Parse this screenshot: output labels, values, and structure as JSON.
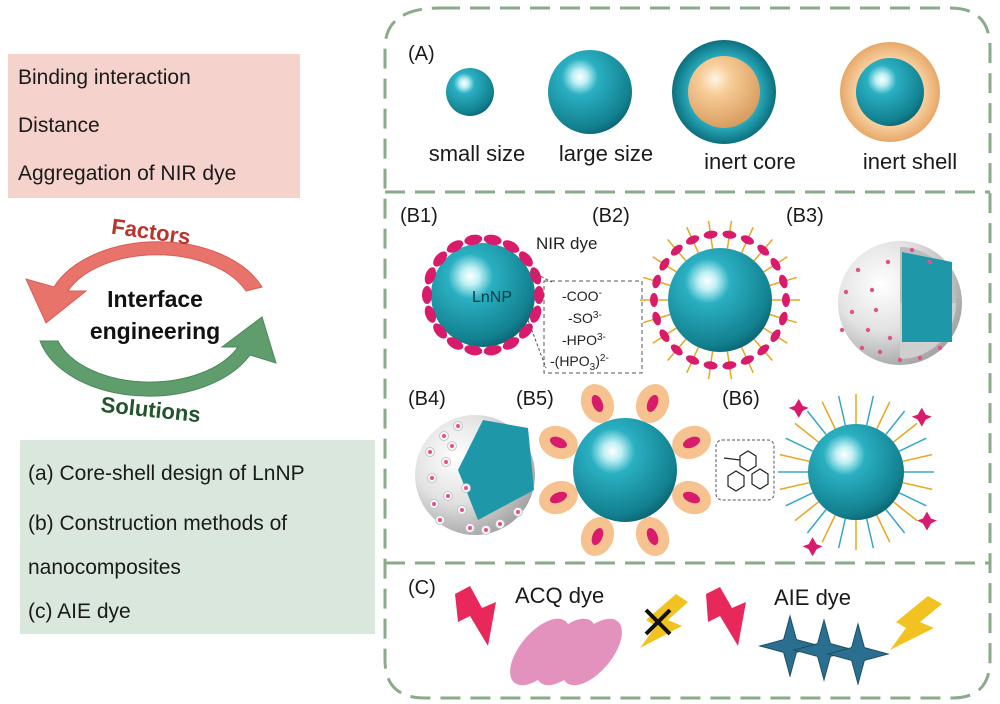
{
  "left_panel": {
    "factors_box": {
      "items": [
        "Binding interaction",
        "Distance",
        "Aggregation of NIR dye"
      ]
    },
    "cycle": {
      "top_arrow_label": "Factors",
      "center_label_line1": "Interface",
      "center_label_line2": "engineering",
      "bottom_arrow_label": "Solutions"
    },
    "solutions_box": {
      "items": [
        "(a) Core-shell design of LnNP",
        "(b) Construction methods of",
        "nanocomposites",
        "(c) AIE dye"
      ]
    }
  },
  "panel_a": {
    "label": "(A)",
    "items": [
      "small size",
      "large size",
      "inert core",
      "inert shell"
    ]
  },
  "panel_b": {
    "b1": {
      "label": "(B1)",
      "dye_label": "NIR dye",
      "particle_label": "LnNP",
      "groups": [
        "-COO",
        "-SO",
        "-HPO",
        "-(HPO",
        ")"
      ],
      "sups": [
        "-",
        "3-",
        "3-",
        "2-"
      ],
      "sub": "3"
    },
    "b2": {
      "label": "(B2)"
    },
    "b3": {
      "label": "(B3)"
    },
    "b4": {
      "label": "(B4)"
    },
    "b5": {
      "label": "(B5)"
    },
    "b6": {
      "label": "(B6)"
    }
  },
  "panel_c": {
    "label": "(C)",
    "acq_label": "ACQ dye",
    "aie_label": "AIE dye"
  },
  "colors": {
    "teal": "#1e98a8",
    "pink_dye": "#d81b6b",
    "peach": "#f6c28f",
    "factors_bg": "#f6d2cd",
    "solutions_bg": "#d9e7dc",
    "factors_arrow": "#e8736b",
    "solutions_arrow": "#5f9d6c",
    "dashed_border": "#8aaa8a",
    "aie_star": "#2a6f8f",
    "acq_ellipse": "#e392bd",
    "lightning_pink": "#e8285a",
    "lightning_yellow": "#f2c320"
  }
}
